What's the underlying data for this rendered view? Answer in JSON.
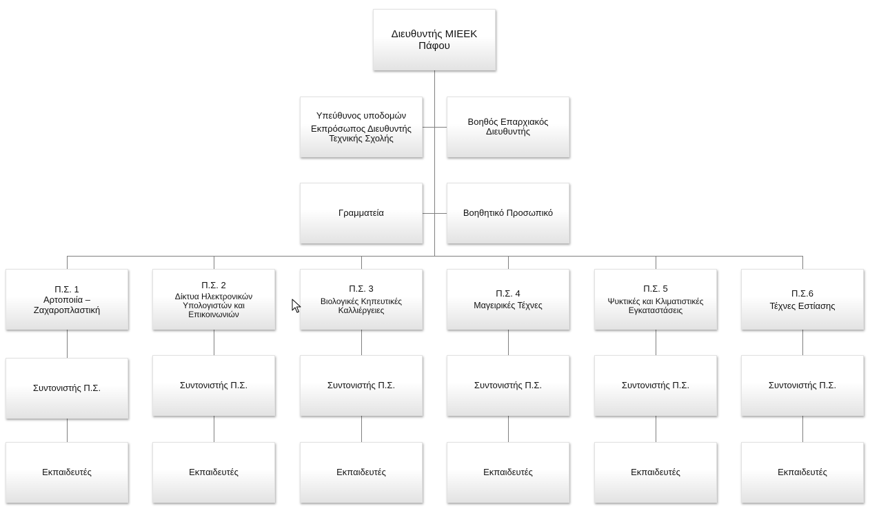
{
  "director": {
    "line1": "Διευθυντής ΜΙΕΕΚ",
    "line2": "Πάφου"
  },
  "infrastructure": {
    "line1": "Υπεύθυνος υποδομών",
    "line2": "Εκπρόσωπος Διευθυντής",
    "line3": "Τεχνικής Σχολής"
  },
  "assistant_director": {
    "line1": "Βοηθός Επαρχιακός",
    "line2": "Διευθυντής"
  },
  "secretariat": {
    "label": "Γραμματεία"
  },
  "support_staff": {
    "label": "Βοηθητικό Προσωπικό"
  },
  "programs": [
    {
      "code": "Π.Σ. 1",
      "name": "Αρτοποιία – Ζαχαροπλαστική",
      "coordinator": "Συντονιστής Π.Σ.",
      "trainers": "Εκπαιδευτές"
    },
    {
      "code": "Π.Σ. 2",
      "name": "Δίκτυα Ηλεκτρονικών Υπολογιστών και Επικοινωνιών",
      "coordinator": "Συντονιστής Π.Σ.",
      "trainers": "Εκπαιδευτές"
    },
    {
      "code": "Π.Σ. 3",
      "name": "Βιολογικές Κηπευτικές Καλλιέργειες",
      "coordinator": "Συντονιστής Π.Σ.",
      "trainers": "Εκπαιδευτές"
    },
    {
      "code": "Π.Σ. 4",
      "name": "Μαγειρικές Τέχνες",
      "coordinator": "Συντονιστής Π.Σ.",
      "trainers": "Εκπαιδευτές"
    },
    {
      "code": "Π.Σ. 5",
      "name": "Ψυκτικές και Κλιματιστικές Εγκαταστάσεις",
      "coordinator": "Συντονιστής Π.Σ.",
      "trainers": "Εκπαιδευτές"
    },
    {
      "code": "Π.Σ.6",
      "name": "Τέχνες Εστίασης",
      "coordinator": "Συντονιστής Π.Σ.",
      "trainers": "Εκπαιδευτές"
    }
  ],
  "style": {
    "connector_color": "#7f7f7f",
    "box_border": "#e2e2e2"
  }
}
